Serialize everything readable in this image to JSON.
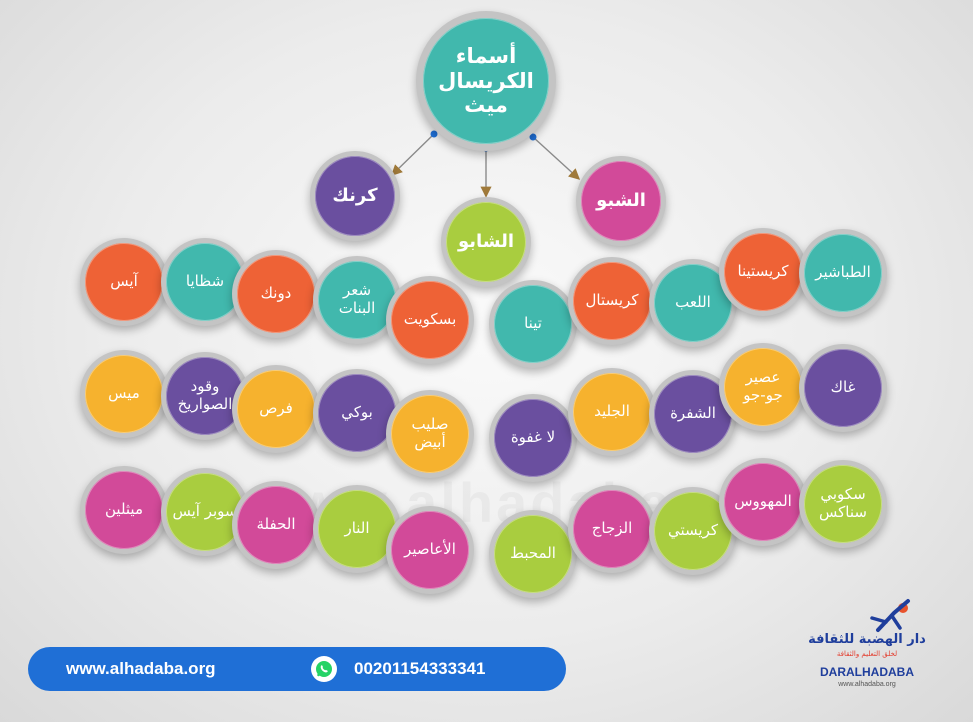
{
  "diagram": {
    "root": "أسماء\nالكريسال ميث",
    "branches": [
      "كرنك",
      "الشابو",
      "الشبو"
    ],
    "items": {
      "i01": "آيس",
      "i02": "شظايا",
      "i03": "دونك",
      "i04": "شعر\nالبنات",
      "i05": "بسكويت",
      "i06": "تينا",
      "i07": "كريستال",
      "i08": "اللعب",
      "i09": "كريستينا",
      "i10": "الطباشير",
      "i11": "ميس",
      "i12": "وقود\nالصواريخ",
      "i13": "فرص",
      "i14": "بوكي",
      "i15": "صليب\nأبيض",
      "i16": "لا غفوة",
      "i17": "الجليد",
      "i18": "الشفرة",
      "i19": "عصير\nجو-جو",
      "i20": "غاك",
      "i21": "ميثلين",
      "i22": "سوبر آيس",
      "i23": "الحفلة",
      "i24": "النار",
      "i25": "الأعاصير",
      "i26": "المحبط",
      "i27": "الزجاج",
      "i28": "كريستي",
      "i29": "المهووس",
      "i30": "سكوبي\nسناكس"
    }
  },
  "footer": {
    "url": "www.alhadaba.org",
    "phone": "00201154333341",
    "phone_icon": "whatsapp-icon"
  },
  "logo": {
    "arabic": "دار الهضبة للثقافة",
    "tagline": "لخلق التعليم والثقافة",
    "english": "DARALHADABA",
    "site": "www.alhadaba.org"
  },
  "watermark": "www.alhadaba.com",
  "colors": {
    "teal": "#41b8ad",
    "orange": "#ee6236",
    "purple": "#6a4f9f",
    "yellow": "#f6b22e",
    "lime": "#a9cd3f",
    "pink": "#d24a99",
    "footer_blue": "#1f6fd6"
  }
}
